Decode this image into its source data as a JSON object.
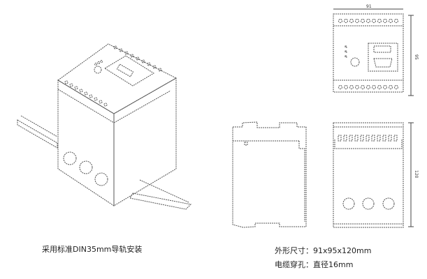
{
  "captions": {
    "mounting": "采用标准DIN35mm导轨安装",
    "dimensions": "外形尺寸：91x95x120mm",
    "cable_hole": "电缆穿孔：直径16mm"
  },
  "dimension_labels": {
    "width": "91",
    "height": "95",
    "depth": "120"
  }
}
